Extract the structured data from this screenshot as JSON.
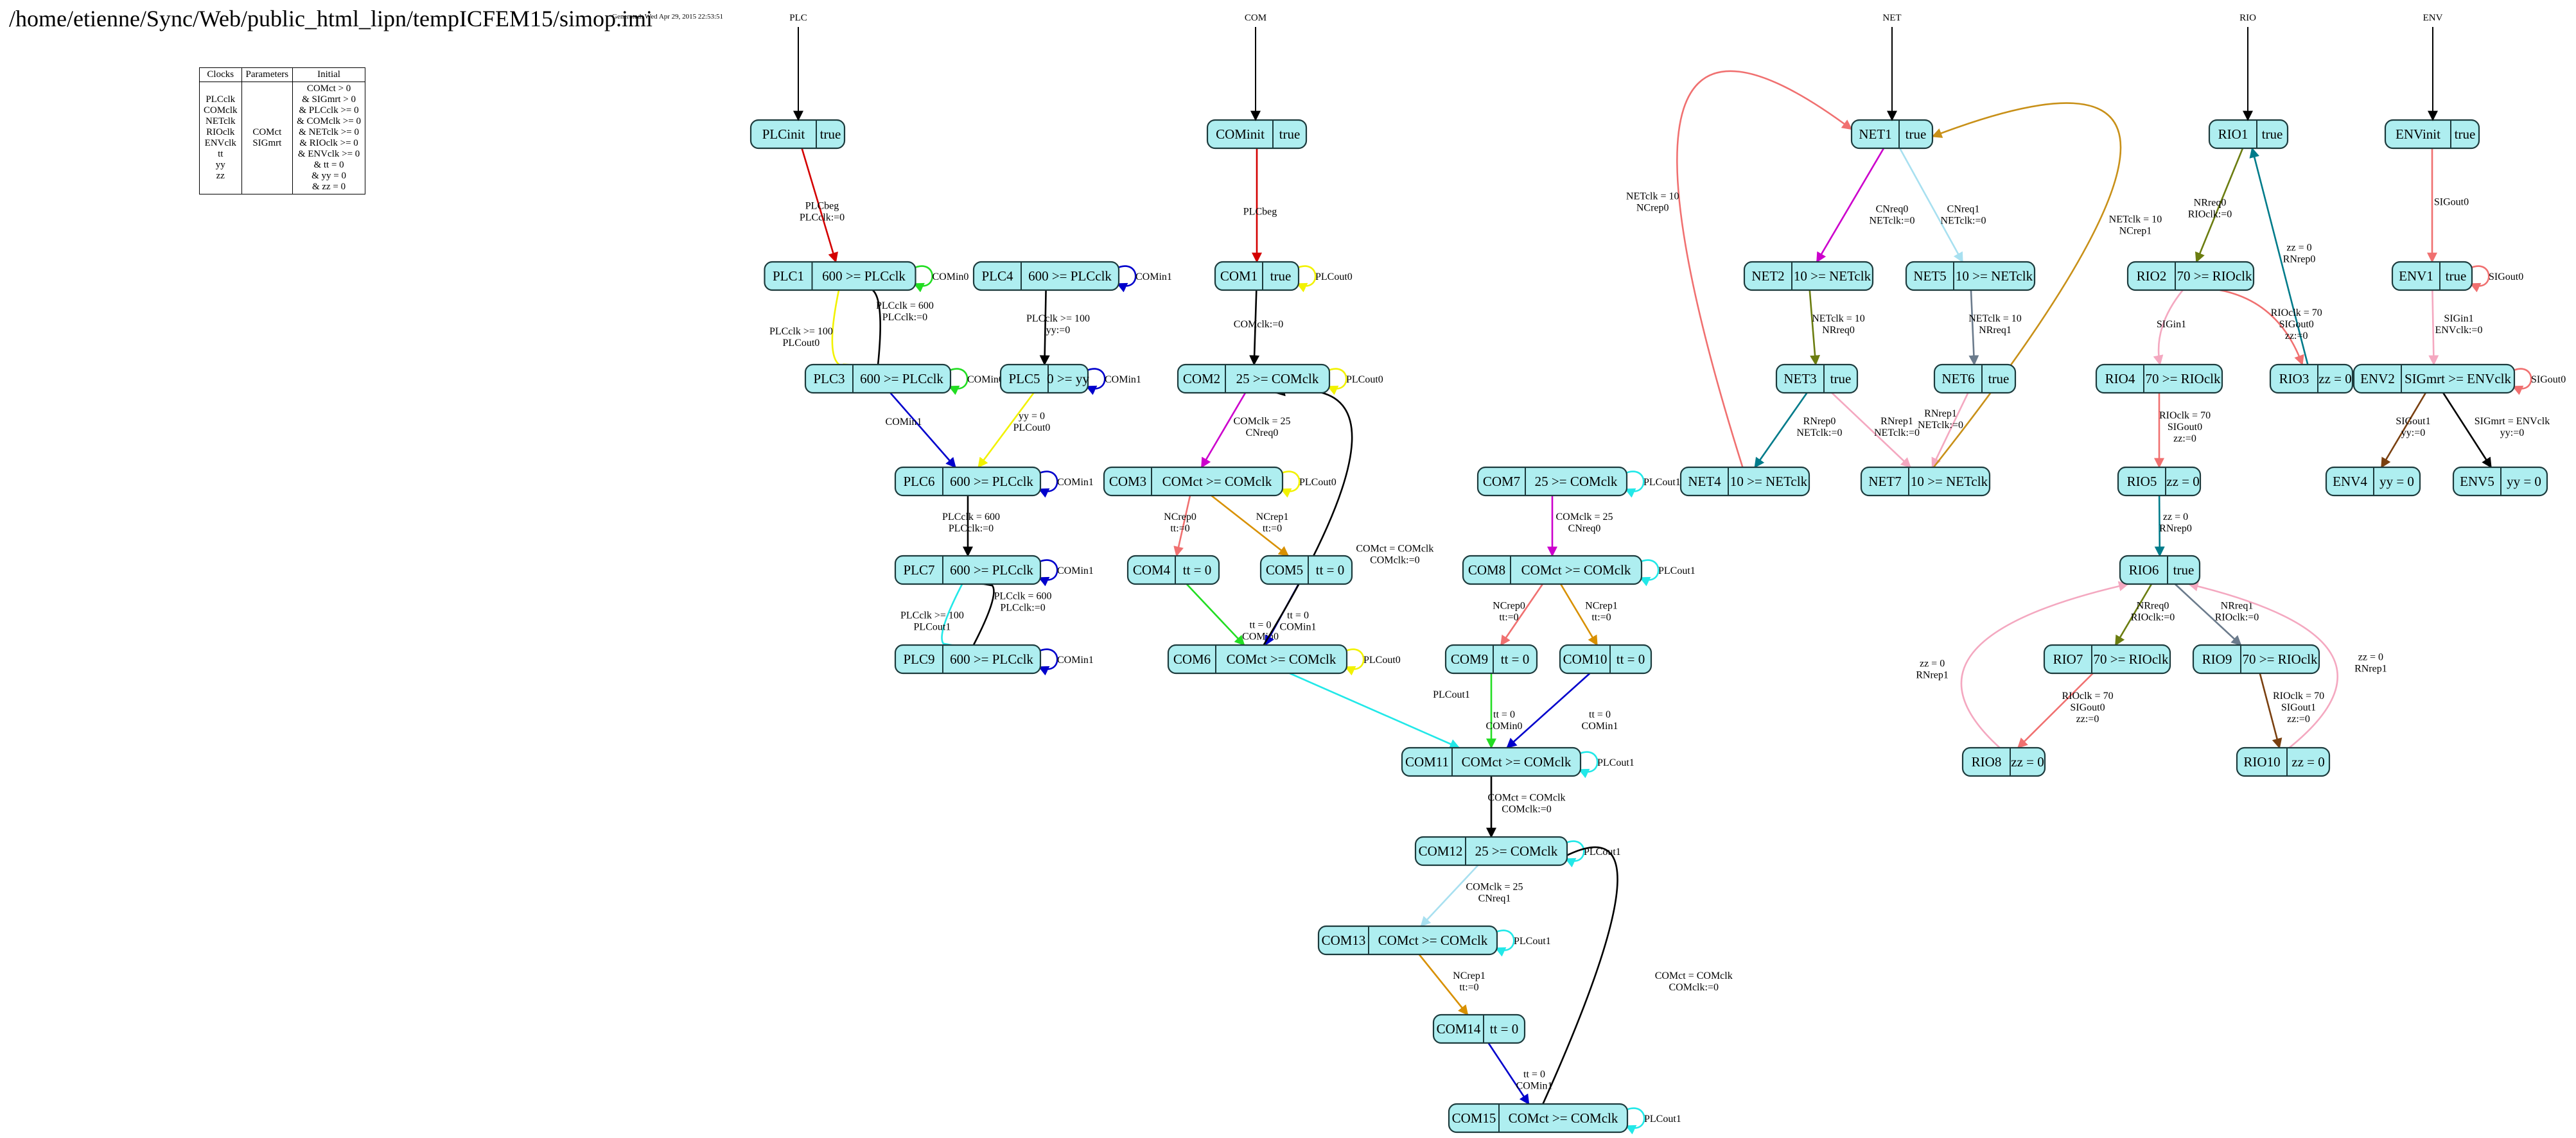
{
  "header": {
    "path": "/home/etienne/Sync/Web/public_html_lipn/tempICFEM15/simop.imi",
    "generated": "Generated: Wed Apr 29, 2015 22:53:51"
  },
  "declarations": {
    "clocks_header": "Clocks",
    "parameters_header": "Parameters",
    "initial_header": "Initial",
    "clocks": "PLCclk\nCOMclk\nNETclk\nRIOclk\nENVclk\ntt\nyy\nzz",
    "parameters": "COMct\nSIGmrt",
    "initial": "COMct > 0\n& SIGmrt > 0\n& PLCclk >= 0\n& COMclk >= 0\n& NETclk >= 0\n& RIOclk >= 0\n& ENVclk >= 0\n& tt = 0\n& yy = 0\n& zz = 0"
  },
  "colors": {
    "node_fill": "#aeeef0",
    "node_stroke": "#1c3a3c",
    "red": "#d40000",
    "black": "#000000",
    "green": "#22dd22",
    "blue": "#0000cc",
    "yellow": "#f2f200",
    "cyan": "#22e8e8",
    "magenta": "#cc00cc",
    "orange": "#d89000",
    "salmon": "#f07070",
    "lightblue": "#a8e0f0",
    "olive": "#6b7d10",
    "teal": "#007b8a",
    "pink": "#f4a8c0",
    "slate": "#6b7b8c",
    "goldenrod": "#c89018",
    "brown": "#7a4010",
    "darkred": "#b03030"
  },
  "automata": [
    {
      "name": "PLC",
      "nodes": [
        {
          "id": "PLCinit",
          "inv": "true"
        },
        {
          "id": "PLC1",
          "inv": "600 >= PLCclk"
        },
        {
          "id": "PLC3",
          "inv": "600 >= PLCclk"
        },
        {
          "id": "PLC4",
          "inv": "600 >= PLCclk"
        },
        {
          "id": "PLC5",
          "inv": "0 >= yy"
        },
        {
          "id": "PLC6",
          "inv": "600 >= PLCclk"
        },
        {
          "id": "PLC7",
          "inv": "600 >= PLCclk"
        },
        {
          "id": "PLC9",
          "inv": "600 >= PLCclk"
        }
      ]
    },
    {
      "name": "COM",
      "nodes": [
        {
          "id": "COMinit",
          "inv": "true"
        },
        {
          "id": "COM1",
          "inv": "true"
        },
        {
          "id": "COM2",
          "inv": "25 >= COMclk"
        },
        {
          "id": "COM3",
          "inv": "COMct >= COMclk"
        },
        {
          "id": "COM4",
          "inv": "tt = 0"
        },
        {
          "id": "COM5",
          "inv": "tt = 0"
        },
        {
          "id": "COM6",
          "inv": "COMct >= COMclk"
        },
        {
          "id": "COM7",
          "inv": "25 >= COMclk"
        },
        {
          "id": "COM8",
          "inv": "COMct >= COMclk"
        },
        {
          "id": "COM9",
          "inv": "tt = 0"
        },
        {
          "id": "COM10",
          "inv": "tt = 0"
        },
        {
          "id": "COM11",
          "inv": "COMct >= COMclk"
        },
        {
          "id": "COM12",
          "inv": "25 >= COMclk"
        },
        {
          "id": "COM13",
          "inv": "COMct >= COMclk"
        },
        {
          "id": "COM14",
          "inv": "tt = 0"
        },
        {
          "id": "COM15",
          "inv": "COMct >= COMclk"
        }
      ]
    },
    {
      "name": "NET",
      "nodes": [
        {
          "id": "NET1",
          "inv": "true"
        },
        {
          "id": "NET2",
          "inv": "10 >= NETclk"
        },
        {
          "id": "NET5",
          "inv": "10 >= NETclk"
        },
        {
          "id": "NET3",
          "inv": "true"
        },
        {
          "id": "NET6",
          "inv": "true"
        },
        {
          "id": "NET4",
          "inv": "10 >= NETclk"
        },
        {
          "id": "NET7",
          "inv": "10 >= NETclk"
        }
      ]
    },
    {
      "name": "RIO",
      "nodes": [
        {
          "id": "RIO1",
          "inv": "true"
        },
        {
          "id": "RIO2",
          "inv": "70 >= RIOclk"
        },
        {
          "id": "RIO3",
          "inv": "zz = 0"
        },
        {
          "id": "RIO4",
          "inv": "70 >= RIOclk"
        },
        {
          "id": "RIO5",
          "inv": "zz = 0"
        },
        {
          "id": "RIO6",
          "inv": "true"
        },
        {
          "id": "RIO7",
          "inv": "70 >= RIOclk"
        },
        {
          "id": "RIO9",
          "inv": "70 >= RIOclk"
        },
        {
          "id": "RIO8",
          "inv": "zz = 0"
        },
        {
          "id": "RIO10",
          "inv": "zz = 0"
        }
      ]
    },
    {
      "name": "ENV",
      "nodes": [
        {
          "id": "ENVinit",
          "inv": "true"
        },
        {
          "id": "ENV1",
          "inv": "true"
        },
        {
          "id": "ENV2",
          "inv": "SIGmrt >= ENVclk"
        },
        {
          "id": "ENV4",
          "inv": "yy = 0"
        },
        {
          "id": "ENV5",
          "inv": "yy = 0"
        }
      ]
    }
  ],
  "edges": [
    {
      "from": "PLCinit",
      "to": "PLC1",
      "color": "red",
      "label": "PLCbeg\nPLCclk:=0"
    },
    {
      "from": "PLC1",
      "to": "PLC1",
      "color": "green",
      "label": "COMin0"
    },
    {
      "from": "PLC1",
      "to": "PLC3",
      "color": "yellow",
      "label": "PLCclk >= 100\nPLCout0"
    },
    {
      "from": "PLC3",
      "to": "PLC1",
      "color": "black",
      "label": "PLCclk = 600\nPLCclk:=0"
    },
    {
      "from": "PLC3",
      "to": "PLC3",
      "color": "green",
      "label": "COMin0"
    },
    {
      "from": "PLC4",
      "to": "PLC4",
      "color": "blue",
      "label": "COMin1"
    },
    {
      "from": "PLC4",
      "to": "PLC5",
      "color": "black",
      "label": "PLCclk >= 100\nyy:=0"
    },
    {
      "from": "PLC5",
      "to": "PLC5",
      "color": "blue",
      "label": "COMin1"
    },
    {
      "from": "PLC3",
      "to": "PLC6",
      "color": "blue",
      "label": "COMin1"
    },
    {
      "from": "PLC5",
      "to": "PLC6",
      "color": "yellow",
      "label": "yy = 0\nPLCout0"
    },
    {
      "from": "PLC6",
      "to": "PLC6",
      "color": "blue",
      "label": "COMin1"
    },
    {
      "from": "PLC6",
      "to": "PLC7",
      "color": "black",
      "label": "PLCclk = 600\nPLCclk:=0"
    },
    {
      "from": "PLC7",
      "to": "PLC7",
      "color": "blue",
      "label": "COMin1"
    },
    {
      "from": "PLC7",
      "to": "PLC9",
      "color": "cyan",
      "label": "PLCclk >= 100\nPLCout1"
    },
    {
      "from": "PLC9",
      "to": "PLC7",
      "color": "black",
      "label": "PLCclk = 600\nPLCclk:=0"
    },
    {
      "from": "PLC9",
      "to": "PLC9",
      "color": "blue",
      "label": "COMin1"
    },
    {
      "from": "COMinit",
      "to": "COM1",
      "color": "red",
      "label": "PLCbeg"
    },
    {
      "from": "COM1",
      "to": "COM1",
      "color": "yellow",
      "label": "PLCout0"
    },
    {
      "from": "COM1",
      "to": "COM2",
      "color": "black",
      "label": "COMclk:=0"
    },
    {
      "from": "COM2",
      "to": "COM2",
      "color": "yellow",
      "label": "PLCout0"
    },
    {
      "from": "COM2",
      "to": "COM3",
      "color": "magenta",
      "label": "COMclk = 25\nCNreq0"
    },
    {
      "from": "COM3",
      "to": "COM3",
      "color": "yellow",
      "label": "PLCout0"
    },
    {
      "from": "COM3",
      "to": "COM4",
      "color": "salmon",
      "label": "NCrep0\ntt:=0"
    },
    {
      "from": "COM3",
      "to": "COM5",
      "color": "orange",
      "label": "NCrep1\ntt:=0"
    },
    {
      "from": "COM4",
      "to": "COM6",
      "color": "green",
      "label": "tt = 0\nCOMin0"
    },
    {
      "from": "COM5",
      "to": "COM6",
      "color": "blue",
      "label": "tt = 0\nCOMin1"
    },
    {
      "from": "COM6",
      "to": "COM2",
      "color": "black",
      "label": "COMct = COMclk\nCOMclk:=0"
    },
    {
      "from": "COM6",
      "to": "COM6",
      "color": "yellow",
      "label": "PLCout0"
    },
    {
      "from": "COM6",
      "to": "COM11",
      "color": "cyan",
      "label": "PLCout1"
    },
    {
      "from": "COM7",
      "to": "COM7",
      "color": "cyan",
      "label": "PLCout1"
    },
    {
      "from": "COM7",
      "to": "COM8",
      "color": "magenta",
      "label": "COMclk = 25\nCNreq0"
    },
    {
      "from": "COM8",
      "to": "COM8",
      "color": "cyan",
      "label": "PLCout1"
    },
    {
      "from": "COM8",
      "to": "COM9",
      "color": "salmon",
      "label": "NCrep0\ntt:=0"
    },
    {
      "from": "COM8",
      "to": "COM10",
      "color": "orange",
      "label": "NCrep1\ntt:=0"
    },
    {
      "from": "COM9",
      "to": "COM11",
      "color": "green",
      "label": "tt = 0\nCOMin0"
    },
    {
      "from": "COM10",
      "to": "COM11",
      "color": "blue",
      "label": "tt = 0\nCOMin1"
    },
    {
      "from": "COM11",
      "to": "COM11",
      "color": "cyan",
      "label": "PLCout1"
    },
    {
      "from": "COM11",
      "to": "COM12",
      "color": "black",
      "label": "COMct = COMclk\nCOMclk:=0"
    },
    {
      "from": "COM12",
      "to": "COM12",
      "color": "cyan",
      "label": "PLCout1"
    },
    {
      "from": "COM12",
      "to": "COM13",
      "color": "lightblue",
      "label": "COMclk = 25\nCNreq1"
    },
    {
      "from": "COM13",
      "to": "COM13",
      "color": "cyan",
      "label": "PLCout1"
    },
    {
      "from": "COM13",
      "to": "COM14",
      "color": "orange",
      "label": "NCrep1\ntt:=0"
    },
    {
      "from": "COM14",
      "to": "COM15",
      "color": "blue",
      "label": "tt = 0\nCOMin1"
    },
    {
      "from": "COM15",
      "to": "COM12",
      "color": "black",
      "label": "COMct = COMclk\nCOMclk:=0"
    },
    {
      "from": "COM15",
      "to": "COM15",
      "color": "cyan",
      "label": "PLCout1"
    },
    {
      "from": "NET1",
      "to": "NET2",
      "color": "magenta",
      "label": "CNreq0\nNETclk:=0"
    },
    {
      "from": "NET1",
      "to": "NET5",
      "color": "lightblue",
      "label": "CNreq1\nNETclk:=0"
    },
    {
      "from": "NET2",
      "to": "NET3",
      "color": "olive",
      "label": "NETclk = 10\nNRreq0"
    },
    {
      "from": "NET5",
      "to": "NET6",
      "color": "slate",
      "label": "NETclk = 10\nNRreq1"
    },
    {
      "from": "NET3",
      "to": "NET4",
      "color": "teal",
      "label": "RNrep0\nNETclk:=0"
    },
    {
      "from": "NET3",
      "to": "NET7",
      "color": "pink",
      "label": "RNrep1\nNETclk:=0"
    },
    {
      "from": "NET6",
      "to": "NET7",
      "color": "pink",
      "label": "RNrep1\nNETclk:=0"
    },
    {
      "from": "NET4",
      "to": "NET1",
      "color": "salmon",
      "label": "NETclk = 10\nNCrep0"
    },
    {
      "from": "NET7",
      "to": "NET1",
      "color": "goldenrod",
      "label": "NETclk = 10\nNCrep1"
    },
    {
      "from": "RIO1",
      "to": "RIO2",
      "color": "olive",
      "label": "NRreq0\nRIOclk:=0"
    },
    {
      "from": "RIO3",
      "to": "RIO1",
      "color": "teal",
      "label": "zz = 0\nRNrep0"
    },
    {
      "from": "RIO2",
      "to": "RIO4",
      "color": "pink",
      "label": "SIGin1"
    },
    {
      "from": "RIO2",
      "to": "RIO3",
      "color": "salmon",
      "label": "RIOclk = 70\nSIGout0\nzz:=0"
    },
    {
      "from": "RIO4",
      "to": "RIO5",
      "color": "salmon",
      "label": "RIOclk = 70\nSIGout0\nzz:=0"
    },
    {
      "from": "RIO5",
      "to": "RIO6",
      "color": "teal",
      "label": "zz = 0\nRNrep0"
    },
    {
      "from": "RIO6",
      "to": "RIO7",
      "color": "olive",
      "label": "NRreq0\nRIOclk:=0"
    },
    {
      "from": "RIO6",
      "to": "RIO9",
      "color": "slate",
      "label": "NRreq1\nRIOclk:=0"
    },
    {
      "from": "RIO7",
      "to": "RIO8",
      "color": "salmon",
      "label": "RIOclk = 70\nSIGout0\nzz:=0"
    },
    {
      "from": "RIO9",
      "to": "RIO10",
      "color": "brown",
      "label": "RIOclk = 70\nSIGout1\nzz:=0"
    },
    {
      "from": "RIO8",
      "to": "RIO6",
      "color": "pink",
      "label": "zz = 0\nRNrep1"
    },
    {
      "from": "RIO10",
      "to": "RIO6",
      "color": "pink",
      "label": "zz = 0\nRNrep1"
    },
    {
      "from": "ENVinit",
      "to": "ENV1",
      "color": "salmon",
      "label": "SIGout0"
    },
    {
      "from": "ENV1",
      "to": "ENV1",
      "color": "salmon",
      "label": "SIGout0"
    },
    {
      "from": "ENV1",
      "to": "ENV2",
      "color": "pink",
      "label": "SIGin1\nENVclk:=0"
    },
    {
      "from": "ENV2",
      "to": "ENV2",
      "color": "salmon",
      "label": "SIGout0"
    },
    {
      "from": "ENV2",
      "to": "ENV4",
      "color": "brown",
      "label": "SIGout1\nyy:=0"
    },
    {
      "from": "ENV2",
      "to": "ENV5",
      "color": "black",
      "label": "SIGmrt = ENVclk\nyy:=0"
    }
  ]
}
